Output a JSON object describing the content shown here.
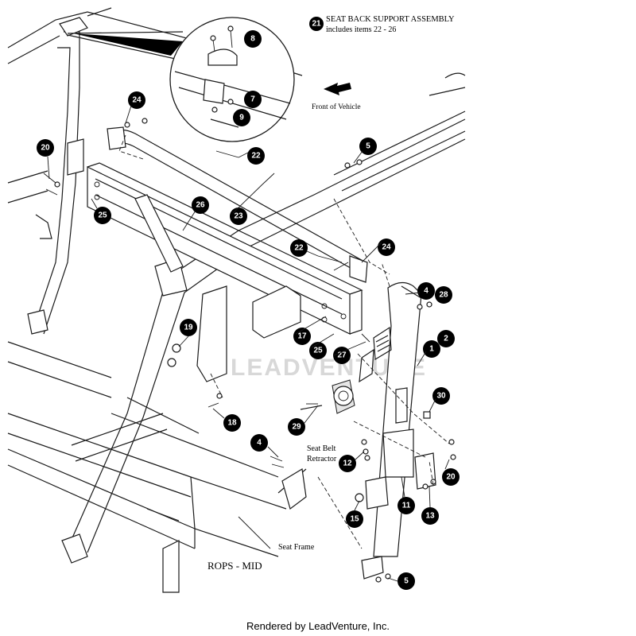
{
  "header": {
    "assembly_number": "21",
    "assembly_title": "SEAT BACK SUPPORT ASSEMBLY",
    "assembly_subtitle": "includes items 22 - 26"
  },
  "labels": {
    "front_of_vehicle": "Front of Vehicle",
    "seat_belt_retractor_line1": "Seat Belt",
    "seat_belt_retractor_line2": "Retractor",
    "seat_frame": "Seat Frame",
    "rops_mid": "ROPS - MID"
  },
  "callouts": [
    "8",
    "7",
    "9",
    "24",
    "20",
    "22",
    "5",
    "25",
    "26",
    "23",
    "22",
    "24",
    "4",
    "28",
    "2",
    "1",
    "17",
    "25",
    "27",
    "19",
    "30",
    "18",
    "29",
    "4",
    "12",
    "20",
    "11",
    "13",
    "15",
    "5"
  ],
  "watermark": "LEADVENTURE",
  "footer": "Rendered by LeadVenture, Inc."
}
